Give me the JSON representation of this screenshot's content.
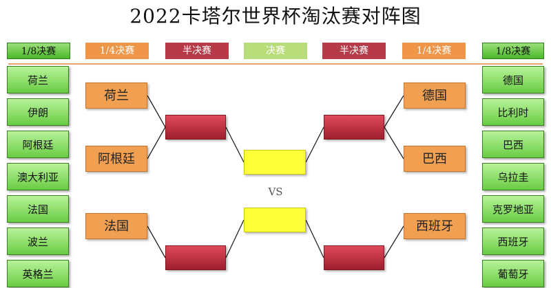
{
  "title": "2022卡塔尔世界杯淘汰赛对阵图",
  "headers": {
    "left_r16": "1/8决赛",
    "left_qf": "1/4决赛",
    "left_sf": "半决赛",
    "final": "决赛",
    "right_sf": "半决赛",
    "right_qf": "1/4决赛",
    "right_r16": "1/8决赛"
  },
  "left_r16": [
    "荷兰",
    "伊朗",
    "阿根廷",
    "澳大利亚",
    "法国",
    "波兰",
    "英格兰"
  ],
  "right_r16": [
    "德国",
    "比利时",
    "巴西",
    "乌拉圭",
    "克罗地亚",
    "西班牙",
    "葡萄牙"
  ],
  "left_qf": [
    "荷兰",
    "阿根廷",
    "法国"
  ],
  "right_qf": [
    "德国",
    "巴西",
    "西班牙"
  ],
  "vs": "VS"
}
